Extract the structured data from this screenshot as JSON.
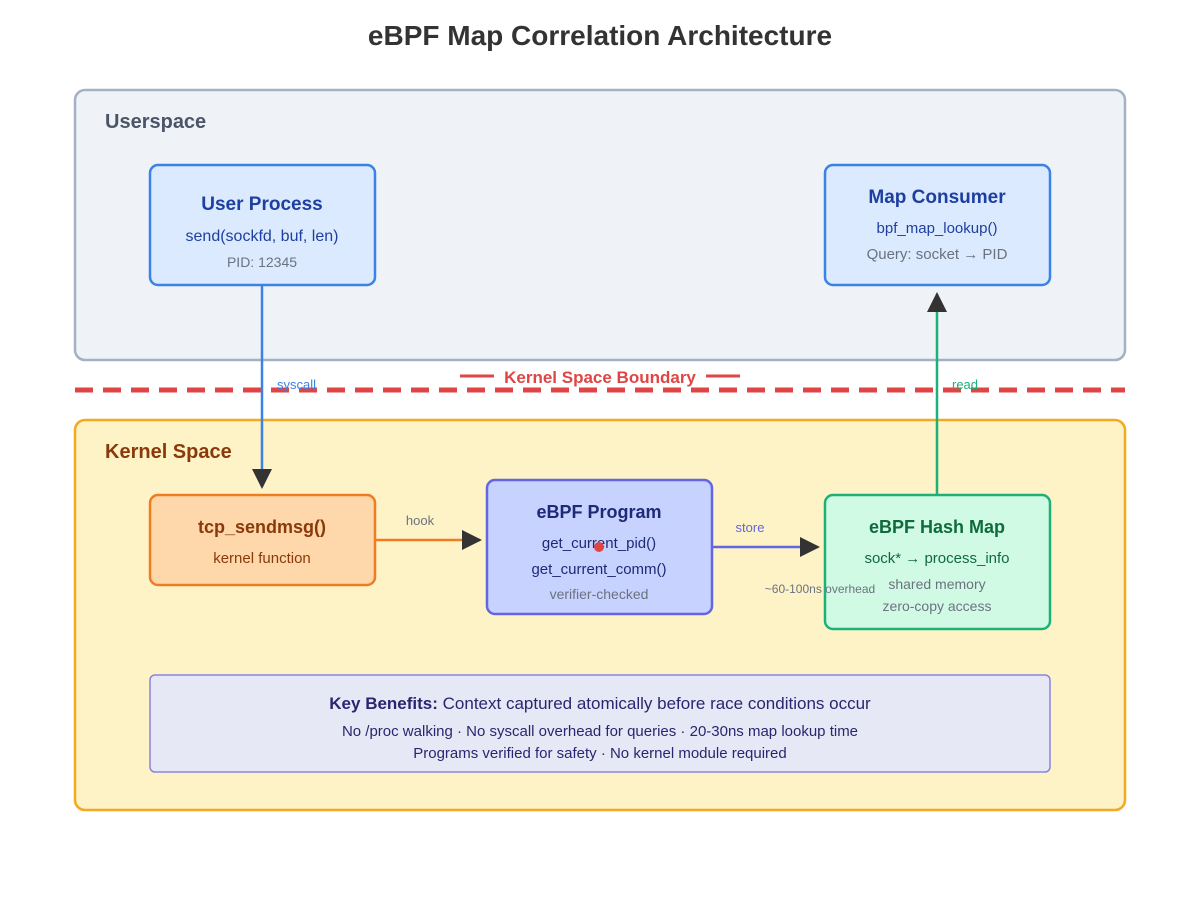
{
  "title": "eBPF Map Correlation Architecture",
  "regions": {
    "userspace": "Userspace",
    "kernel": "Kernel Space",
    "boundary": "Kernel Space Boundary"
  },
  "nodes": {
    "user_process": {
      "title": "User Process",
      "line1": "send(sockfd, buf, len)",
      "line2": "PID: 12345"
    },
    "map_consumer": {
      "title": "Map Consumer",
      "line1": "bpf_map_lookup()",
      "line2": "Query: socket → PID"
    },
    "tcp_sendmsg": {
      "title": "tcp_sendmsg()",
      "line1": "kernel function"
    },
    "ebpf_program": {
      "title": "eBPF Program",
      "line1": "get_current_pid()",
      "line2": "get_current_comm()",
      "line3": "verifier-checked"
    },
    "hash_map": {
      "title": "eBPF Hash Map",
      "line1": "sock* → process_info",
      "line2": "shared memory",
      "line3": "zero-copy access"
    }
  },
  "edges": {
    "syscall": "syscall",
    "hook": "hook",
    "store": "store",
    "read": "read",
    "overhead": "~60-100ns overhead"
  },
  "benefits": {
    "heading_bold": "Key Benefits:",
    "heading_rest": " Context captured atomically before race conditions occur",
    "line1": "No /proc walking · No syscall overhead for queries · 20-30ns map lookup time",
    "line2": "Programs verified for safety · No kernel module required"
  },
  "colors": {
    "title": "#333333",
    "boundary": "#e04545",
    "blue": "#3b82e6",
    "blue_text": "#1e3fa0",
    "orange": "#f07c22",
    "orange_text": "#8a3a0a",
    "purple": "#6366e0",
    "green": "#1db079",
    "green_text": "#0f6b3d",
    "kernel_fill": "#fdf3c6",
    "kernel_stroke": "#f4a91f"
  }
}
